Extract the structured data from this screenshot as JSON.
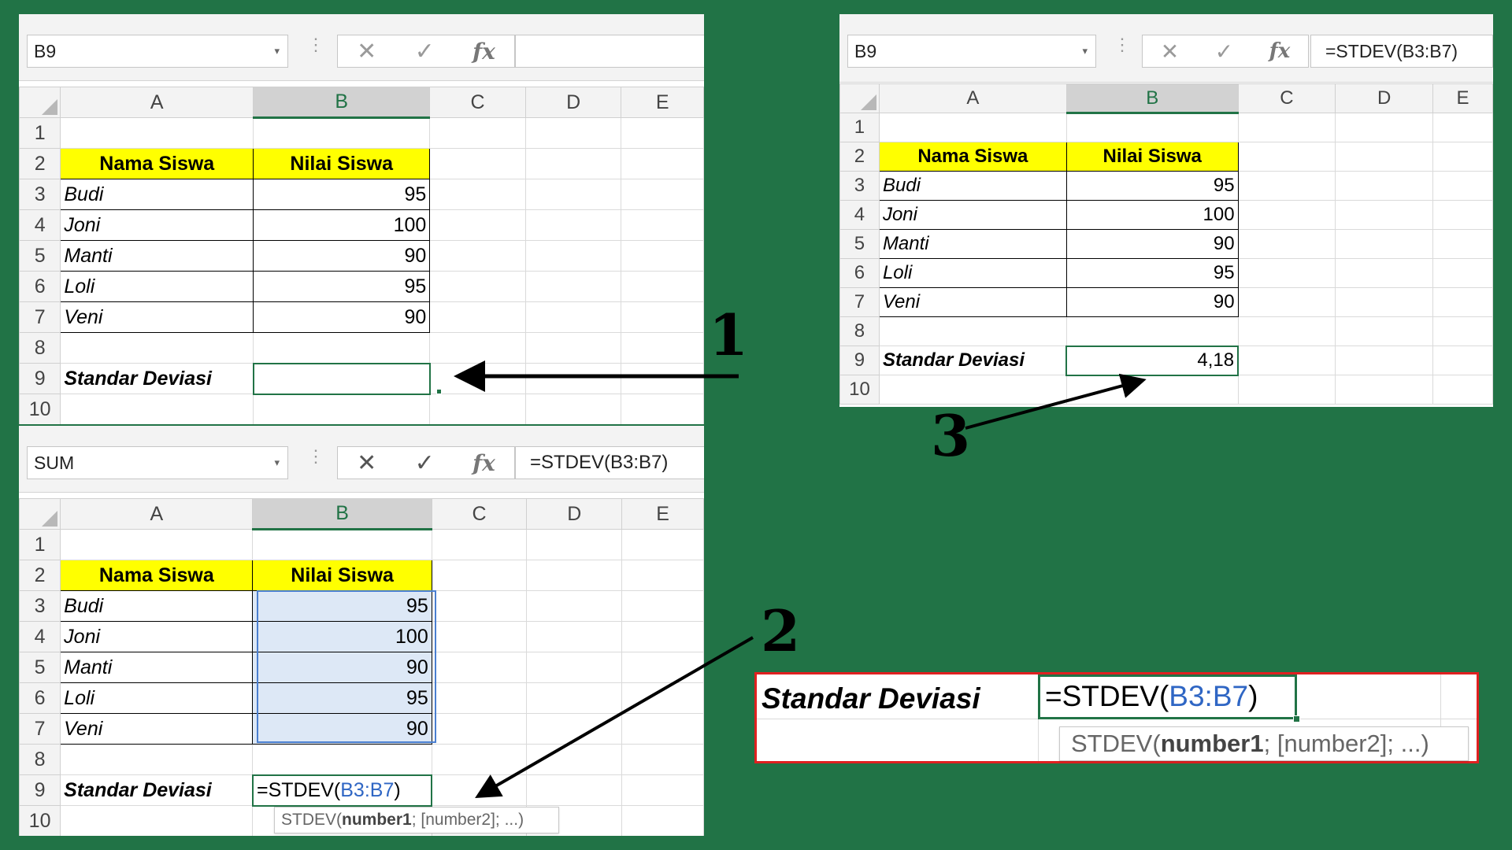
{
  "step1": {
    "name_box": "B9",
    "formula": "",
    "columns": [
      "A",
      "B",
      "C",
      "D",
      "E"
    ],
    "rows": [
      "1",
      "2",
      "3",
      "4",
      "5",
      "6",
      "7",
      "8",
      "9",
      "10"
    ],
    "header_name": "Nama Siswa",
    "header_score": "Nilai Siswa",
    "students": [
      {
        "name": "Budi",
        "score": "95"
      },
      {
        "name": "Joni",
        "score": "100"
      },
      {
        "name": "Manti",
        "score": "90"
      },
      {
        "name": "Loli",
        "score": "95"
      },
      {
        "name": "Veni",
        "score": "90"
      }
    ],
    "stdev_label": "Standar Deviasi",
    "stdev_value": ""
  },
  "step2": {
    "name_box": "SUM",
    "formula": "=STDEV(B3:B7)",
    "cell_prefix": "=STDEV(",
    "cell_ref": "B3:B7",
    "cell_suffix": ")",
    "tooltip_func": "STDEV(",
    "tooltip_arg1": "number1",
    "tooltip_rest": "; [number2]; ...)",
    "stdev_label": "Standar Deviasi"
  },
  "step3": {
    "name_box": "B9",
    "formula": "=STDEV(B3:B7)",
    "stdev_label": "Standar Deviasi",
    "stdev_value": "4,18"
  },
  "zoom": {
    "label": "Standar Deviasi",
    "prefix": "=STDEV(",
    "ref": "B3:B7",
    "suffix": ")",
    "tooltip_func": "STDEV(",
    "tooltip_arg1": "number1",
    "tooltip_rest": "; [number2]; ...)"
  },
  "callouts": {
    "one": "1",
    "two": "2",
    "three": "3"
  },
  "icons": {
    "cancel": "cancel-icon",
    "enter": "enter-icon",
    "function": "fx-icon"
  },
  "colors": {
    "background": "#217346",
    "header_fill": "#ffff00",
    "range_highlight": "#dde8f6",
    "reference": "#2f66c4",
    "zoom_border": "#e02020"
  }
}
